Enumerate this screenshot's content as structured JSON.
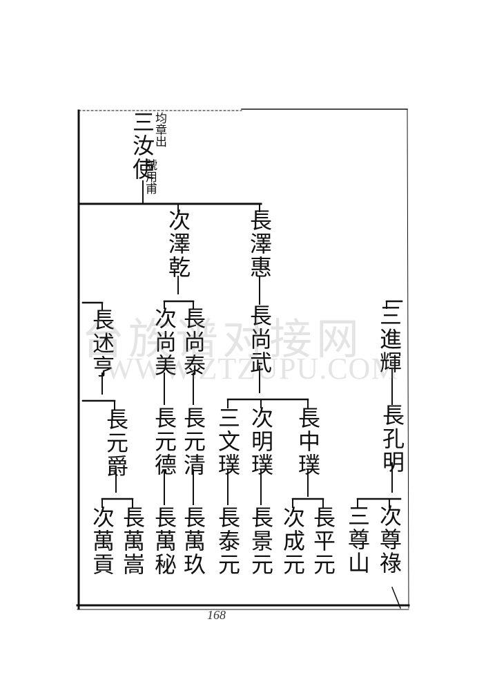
{
  "tree": {
    "root": {
      "name": "三汝使",
      "note_top": "均章出",
      "note_bottom": "號用甫"
    },
    "gen1": [
      {
        "name": "長澤惠"
      },
      {
        "name": "次澤乾"
      }
    ],
    "gen2": [
      {
        "name": "長尚武"
      },
      {
        "name": "長尚泰"
      },
      {
        "name": "次尚美"
      },
      {
        "name": "長述亨"
      },
      {
        "name": "三進輝"
      }
    ],
    "gen3": [
      {
        "name": "長中璞"
      },
      {
        "name": "次明璞"
      },
      {
        "name": "三文璞"
      },
      {
        "name": "長元清"
      },
      {
        "name": "長元德"
      },
      {
        "name": "長元爵"
      },
      {
        "name": "長孔明"
      }
    ],
    "gen4": [
      {
        "name": "長平元"
      },
      {
        "name": "次成元"
      },
      {
        "name": "長景元"
      },
      {
        "name": "長泰元"
      },
      {
        "name": "長萬玖"
      },
      {
        "name": "長萬秘"
      },
      {
        "name": "長萬嵩"
      },
      {
        "name": "次萬貢"
      },
      {
        "name": "次尊祿"
      },
      {
        "name": "三尊山"
      }
    ]
  },
  "watermark": {
    "line1": "台族谱对接网",
    "line2": "WWW.ZTZUPU.COM"
  },
  "page_number": "168"
}
